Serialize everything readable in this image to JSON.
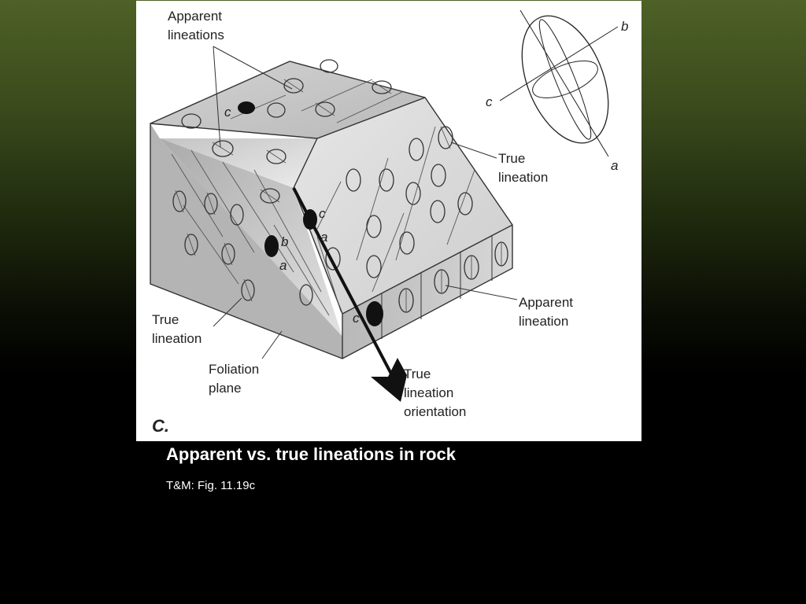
{
  "slide": {
    "title": "Apparent vs. true lineations in rock",
    "source": "T&M: Fig. 11.19c"
  },
  "figure": {
    "panel_label": "C.",
    "labels": {
      "apparent_lineations_line1": "Apparent",
      "apparent_lineations_line2": "lineations",
      "true_lineation_right_line1": "True",
      "true_lineation_right_line2": "lineation",
      "apparent_lineation_line1": "Apparent",
      "apparent_lineation_line2": "lineation",
      "true_lineation_left_line1": "True",
      "true_lineation_left_line2": "lineation",
      "foliation_plane_line1": "Foliation",
      "foliation_plane_line2": "plane",
      "orientation_line1": "True",
      "orientation_line2": "lineation",
      "orientation_line3": "orientation"
    },
    "axes": {
      "a": "a",
      "b": "b",
      "c": "c"
    }
  },
  "colors": {
    "background_top": "#4e6126",
    "background_bottom": "#000000",
    "caption_text": "#ffffff"
  }
}
